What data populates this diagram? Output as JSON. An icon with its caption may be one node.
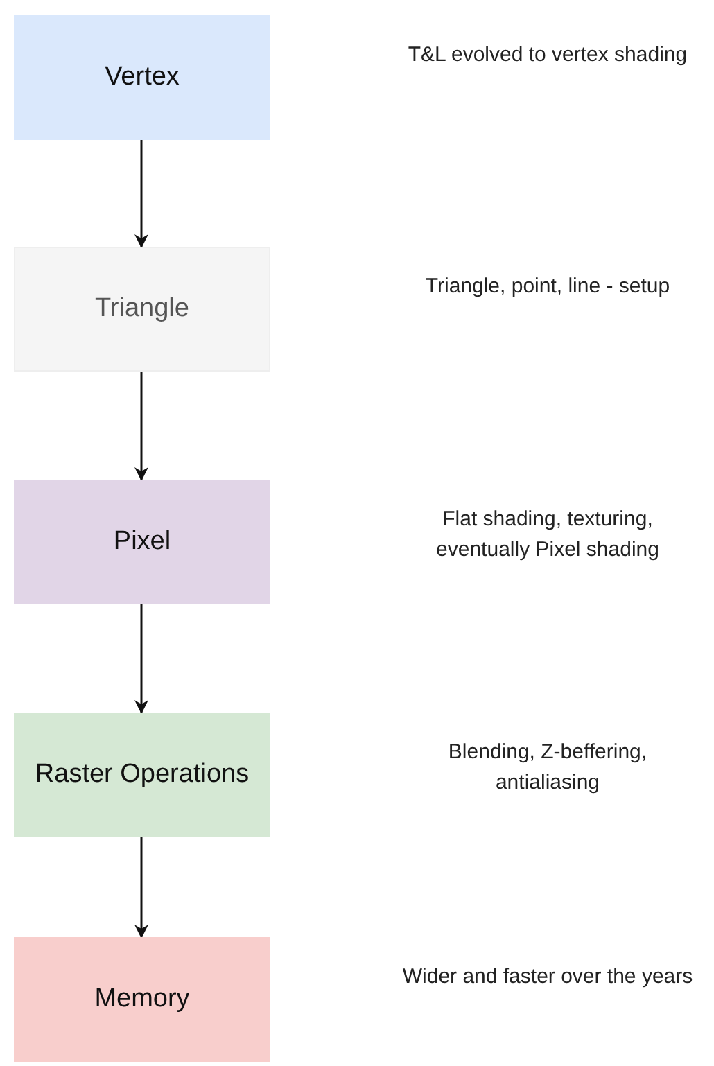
{
  "diagram": {
    "nodes": [
      {
        "text": [
          "Vertex"
        ]
      },
      {
        "text": [
          "Triangle"
        ]
      },
      {
        "text": [
          "Pixel"
        ]
      },
      {
        "text": [
          "Raster Operations"
        ]
      },
      {
        "text": [
          "Memory"
        ]
      }
    ],
    "edges": [
      {
        "from": 0,
        "to": 1,
        "arrow": "to"
      },
      {
        "from": 1,
        "to": 2,
        "arrow": "to"
      },
      {
        "from": 2,
        "to": 3,
        "arrow": "to"
      },
      {
        "from": 3,
        "to": 4,
        "arrow": "to"
      }
    ],
    "labels": [
      "T&L evolved to vertex shading",
      "Triangle, point, line - setup",
      "Flat shading, texturing, eventually Pixel shading",
      "Blending, Z-beffering, antialiasing",
      "Wider and faster over the years"
    ]
  }
}
